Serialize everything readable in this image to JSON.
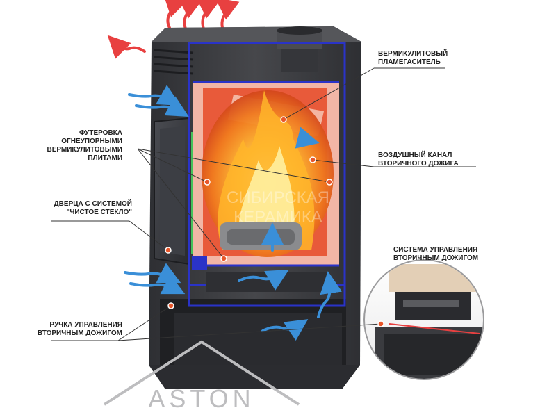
{
  "labels": {
    "flame_deflector": [
      "ВЕРМИКУЛИТОВЫЙ",
      "ПЛАМЕГАСИТЕЛЬ"
    ],
    "lining": [
      "ФУТЕРОВКА",
      "ОГНЕУПОРНЫМИ",
      "ВЕРМИКУЛИТОВЫМИ",
      "ПЛИТАМИ"
    ],
    "air_channel": [
      "ВОЗДУШНЫЙ КАНАЛ",
      "ВТОРИЧНОГО ДОЖИГА"
    ],
    "door": [
      "ДВЕРЦА С СИСТЕМОЙ",
      "\"ЧИСТОЕ СТЕКЛО\""
    ],
    "control_system": [
      "СИСТЕМА УПРАВЛЕНИЯ",
      "ВТОРИЧНЫМ ДОЖИГОМ"
    ],
    "handle": [
      "РУЧКА УПРАВЛЕНИЯ",
      "ВТОРИЧНЫМ ДОЖИГОМ"
    ]
  },
  "watermark": [
    "СИБИРСКАЯ",
    "КЕРАМИКА"
  ],
  "brand": "ASTON",
  "colors": {
    "stove_body": "#3c3c3e",
    "stove_dark": "#26272a",
    "firebox": "#e85a3a",
    "lining": "#f2b6a6",
    "outline": "#2a33c8",
    "hot_air": "#e84040",
    "cold_air": "#3a8fd8",
    "callout_line": "#333333",
    "marker": "#e8562a"
  }
}
